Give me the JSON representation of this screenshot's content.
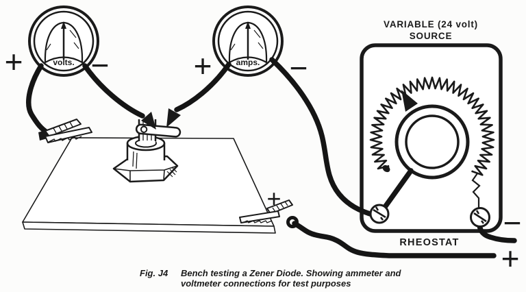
{
  "figure": {
    "voltmeter": {
      "label": "volts.",
      "plus": "+",
      "minus": "−"
    },
    "ammeter": {
      "label": "amps.",
      "plus": "+",
      "minus": "−"
    },
    "source": {
      "title_line1": "VARIABLE (24 volt)",
      "title_line2": "SOURCE",
      "rheostat_label": "RHEOSTAT",
      "minus": "−",
      "plus": "+"
    },
    "board": {
      "plus": "+"
    },
    "caption": {
      "fig": "Fig. J4",
      "line1": "Bench testing a Zener Diode. Showing ammeter and",
      "line2": "voltmeter connections for test purposes"
    }
  },
  "colors": {
    "ink": "#1a1a1a",
    "paper": "#fcfcfb"
  }
}
